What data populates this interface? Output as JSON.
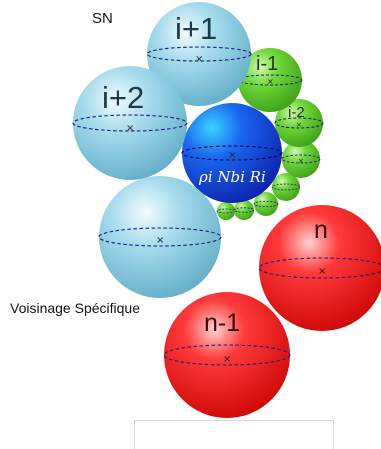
{
  "labels": {
    "sn": "SN",
    "voisinage": "Voisinage Spécifique"
  },
  "spheres": {
    "center_label": "ρi Nbi Ri",
    "i_plus_1": "i+1",
    "i_plus_2": "i+2",
    "i_minus_1": "i-1",
    "i_minus_2": "i-2",
    "n": "n",
    "n_minus_1": "n-1",
    "center_marker": "×"
  },
  "colors": {
    "light_blue": "#7fc6dc",
    "dark_blue": "#1530d8",
    "green": "#5fcc2a",
    "red": "#ee1111",
    "equator": "#1a1a7a"
  }
}
